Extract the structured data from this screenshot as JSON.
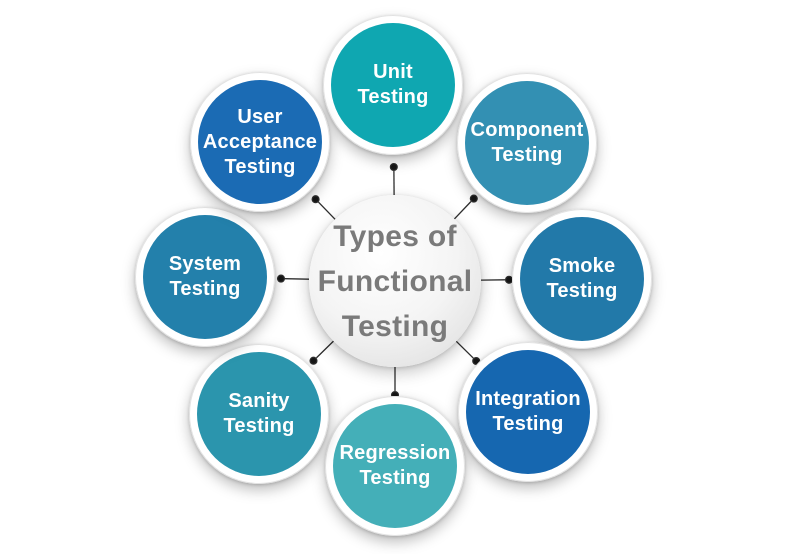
{
  "diagram": {
    "center": {
      "title": "Types of Functional Testing",
      "lines": [
        "Types of",
        "Functional",
        "Testing"
      ],
      "text_color": "#7a7a7a"
    },
    "label_text_color": "#ffffff",
    "connector_color": "#2d2d2d",
    "nodes": [
      {
        "id": "unit-testing",
        "label": "Unit\nTesting",
        "color": "#0fa7b1"
      },
      {
        "id": "component-testing",
        "label": "Component\nTesting",
        "color": "#3390b3"
      },
      {
        "id": "smoke-testing",
        "label": "Smoke\nTesting",
        "color": "#2279a9"
      },
      {
        "id": "integration-testing",
        "label": "Integration\nTesting",
        "color": "#1667b0"
      },
      {
        "id": "regression-testing",
        "label": "Regression\nTesting",
        "color": "#44afb8"
      },
      {
        "id": "sanity-testing",
        "label": "Sanity\nTesting",
        "color": "#2b95ad"
      },
      {
        "id": "system-testing",
        "label": "System\nTesting",
        "color": "#2380ab"
      },
      {
        "id": "user-acceptance-testing",
        "label": "User\nAcceptance\nTesting",
        "color": "#1b6bb4"
      }
    ]
  }
}
